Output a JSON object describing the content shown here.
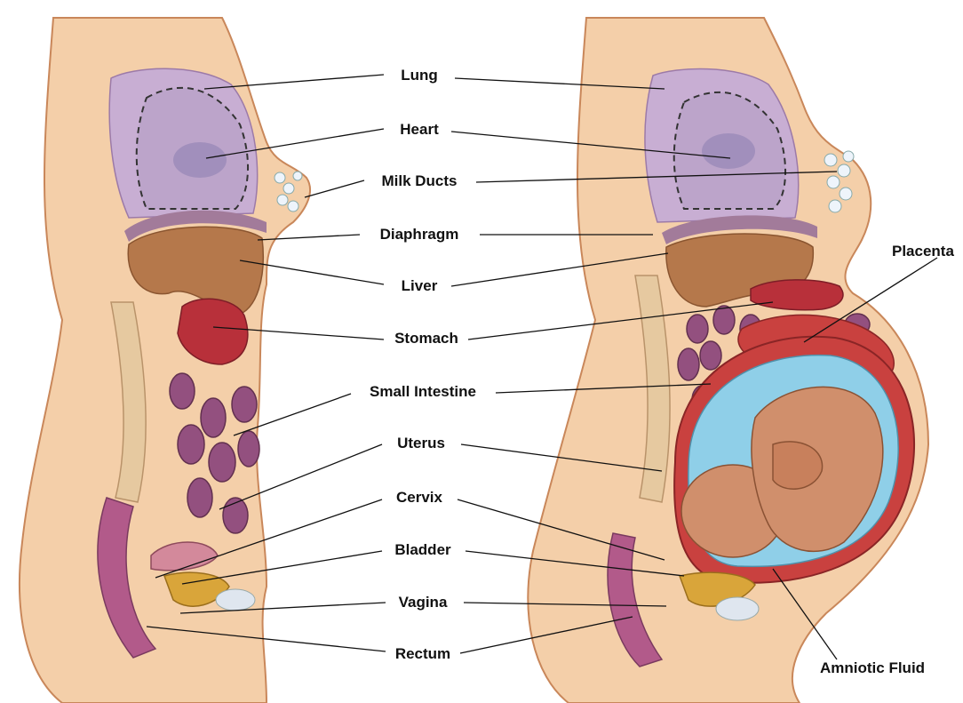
{
  "diagram": {
    "labels": {
      "lung": "Lung",
      "heart": "Heart",
      "milk_ducts": "Milk Ducts",
      "diaphragm": "Diaphragm",
      "liver": "Liver",
      "stomach": "Stomach",
      "small_intestine": "Small Intestine",
      "uterus": "Uterus",
      "cervix": "Cervix",
      "bladder": "Bladder",
      "vagina": "Vagina",
      "rectum": "Rectum",
      "placenta": "Placenta",
      "amniotic_fluid": "Amniotic Fluid"
    },
    "colors": {
      "skin": "#f4cfa9",
      "skin_edge": "#c9875a",
      "lung": "#c8aed3",
      "liver": "#b5784b",
      "stomach": "#b8303a",
      "intestine": "#93507f",
      "uterus_wall": "#c9413f",
      "fetus": "#d08f6c",
      "amniotic": "#8fcfe8",
      "bladder": "#d9a53a",
      "spine": "#e6c9a0"
    }
  }
}
